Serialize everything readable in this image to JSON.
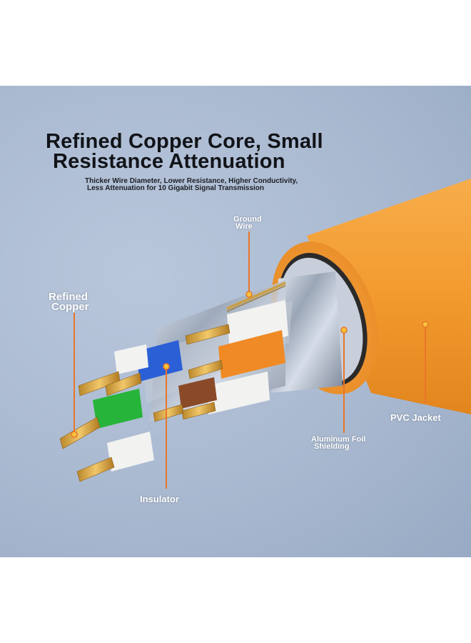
{
  "header": {
    "title_line1": "Refined Copper Core, Small",
    "title_line2": "Resistance Attenuation",
    "subtitle_line1": "Thicker Wire Diameter, Lower Resistance, Higher Conductivity,",
    "subtitle_line2": "Less Attenuation for 10 Gigabit Signal Transmission"
  },
  "labels": {
    "ground_wire_line1": "Ground",
    "ground_wire_line2": "Wire",
    "refined_copper_line1": "Refined",
    "refined_copper_line2": "Copper",
    "pvc_jacket": "PVC Jacket",
    "foil_line1": "Aluminum Foil",
    "foil_line2": "Shielding",
    "insulator": "Insulator"
  },
  "colors": {
    "background": "#a9b9d0",
    "jacket": "#f29a2e",
    "leader_line": "#e8762a",
    "copper": "#d9a640",
    "insulator_blue": "#2a5fd6",
    "insulator_green": "#27b43a",
    "insulator_orange": "#ef8a25",
    "insulator_brown": "#8a4a28",
    "insulator_white": "#f2f2f0"
  }
}
